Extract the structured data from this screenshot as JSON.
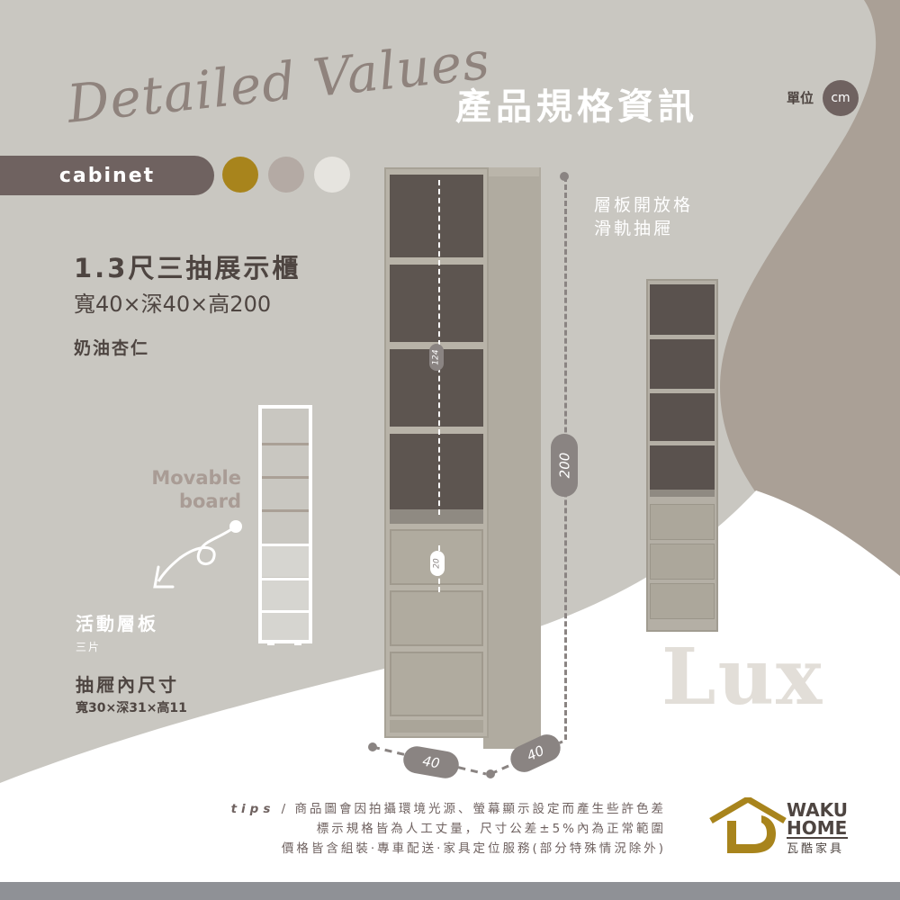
{
  "header": {
    "script_title": "Detailed Values",
    "title": "產品規格資訊",
    "unit_label": "單位",
    "unit_value": "cm"
  },
  "product": {
    "category": "cabinet",
    "name": "1.3尺三抽展示櫃",
    "dimensions": "寬40×深40×高200",
    "color_name": "奶油杏仁",
    "swatch_colors": [
      "#a8841c",
      "#b4aaa4",
      "#e6e4df"
    ]
  },
  "features": {
    "line1": "層板開放格",
    "line2": "滑軌抽屜"
  },
  "movable": {
    "label_en_1": "Movable",
    "label_en_2": "board",
    "label_zh": "活動層板",
    "count": "三片"
  },
  "drawer": {
    "title": "抽屜內尺寸",
    "size": "寬30×深31×高11"
  },
  "measures": {
    "inner_height": "124",
    "total_height": "200",
    "drawer_height": "20",
    "width": "40",
    "depth": "40"
  },
  "series_name": "Lux",
  "tips": {
    "label": "tips",
    "line1": "商品圖會因拍攝環境光源、螢幕顯示設定而產生些許色差",
    "line2": "標示規格皆為人工丈量，尺寸公差±5%內為正常範圍",
    "line3": "價格皆含組裝·專車配送·家具定位服務(部分特殊情況除外)"
  },
  "brand": {
    "line1": "WAKU",
    "line2": "HOME",
    "zh": "瓦酷家具"
  },
  "colors": {
    "background": "#c9c7c1",
    "accent_dark": "#6f6260",
    "taupe": "#aaa096",
    "brand_gold": "#a8841c"
  }
}
